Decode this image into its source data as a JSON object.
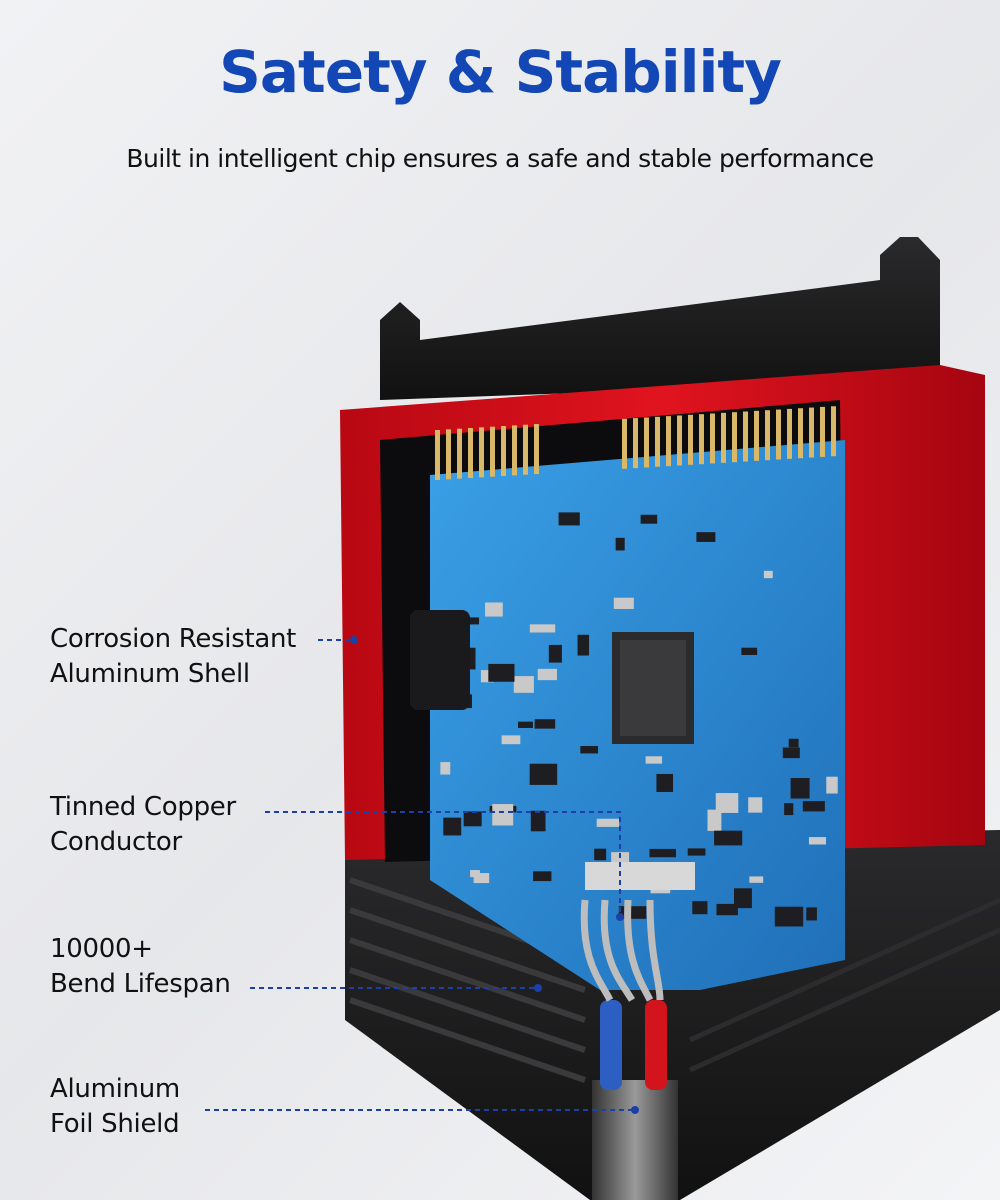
{
  "header": {
    "title": "Satety & Stability",
    "subtitle": "Built in intelligent chip ensures a safe and stable performance"
  },
  "callouts": [
    {
      "line1": "Corrosion Resistant",
      "line2": "Aluminum Shell"
    },
    {
      "line1": "Tinned Copper",
      "line2": "Conductor"
    },
    {
      "line1": "10000+",
      "line2": "Bend Lifespan"
    },
    {
      "line1": "Aluminum",
      "line2": "Foil Shield"
    }
  ],
  "colors": {
    "title": "#1247b5",
    "shell": "#d0111b",
    "pcb": "#2f8fd6",
    "leader": "#1c3fa8"
  }
}
